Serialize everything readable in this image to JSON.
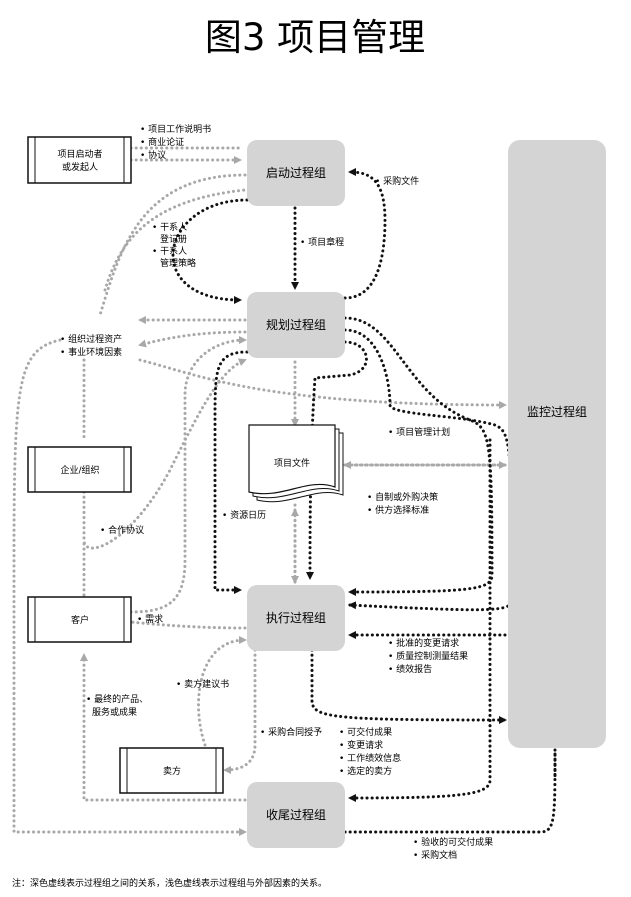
{
  "title": "图3  项目管理",
  "process_groups": {
    "initiating": "启动过程组",
    "planning": "规划过程组",
    "executing": "执行过程组",
    "closing": "收尾过程组",
    "monitoring": "监控过程组"
  },
  "entities": {
    "sponsor_line1": "项目启动者",
    "sponsor_line2": "或发起人",
    "enterprise": "企业/组织",
    "customer": "客户",
    "seller": "卖方",
    "project_documents": "项目文件"
  },
  "labels": {
    "sow": "• 项目工作说明书",
    "business_case": "• 商业论证",
    "agreement": "• 协议",
    "procurement_docs_in": "• 采购文件",
    "project_charter": "• 项目章程",
    "stakeholder_register_1": "• 干系人",
    "stakeholder_register_2": "登记册",
    "stakeholder_mgmt_1": "• 干系人",
    "stakeholder_mgmt_2": "管理策略",
    "org_process_assets": "• 组织过程资产",
    "enterprise_env": "• 事业环境因素",
    "pm_plan": "• 项目管理计划",
    "make_or_buy": "• 自制或外购决策",
    "source_selection": "• 供方选择标准",
    "resource_calendar": "• 资源日历",
    "teaming_agreement": "• 合作协议",
    "requirements": "• 需求",
    "approved_changes": "• 批准的变更请求",
    "quality_control": "• 质量控制测量结果",
    "performance_reports": "• 绩效报告",
    "seller_proposals": "• 卖方建议书",
    "final_product_1": "• 最终的产品、",
    "final_product_2": "服务或成果",
    "contract_award": "• 采购合同授予",
    "deliverables": "• 可交付成果",
    "change_requests": "• 变更请求",
    "work_perf_info": "• 工作绩效信息",
    "selected_sellers": "• 选定的卖方",
    "accepted_deliverables": "• 验收的可交付成果",
    "procurement_docs_out": "• 采购文档"
  },
  "note": "注：深色虚线表示过程组之间的关系，浅色虚线表示过程组与外部因素的关系。",
  "colors": {
    "process_fill": "#d4d4d4",
    "dark_line": "#111111",
    "light_line": "#a8a8a8"
  }
}
